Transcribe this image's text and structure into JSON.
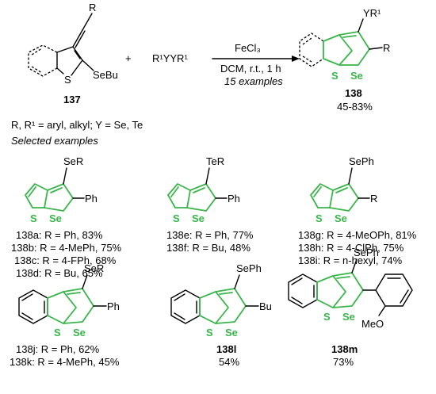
{
  "reaction": {
    "reactant1_R": "R",
    "reactant1_se": "SeBu",
    "reactant1_s": "S",
    "reactant1_id": "137",
    "plus": "+",
    "reagent2": "R¹YYR¹",
    "cond_reagent": "FeCl₃",
    "cond_solvent": "DCM, r.t., 1 h",
    "cond_examples": "15 examples",
    "product_yr": "YR¹",
    "product_r": "R",
    "product_s": "S",
    "product_se": "Se",
    "product_id": "138",
    "product_yield": "45-83%"
  },
  "notes": {
    "definition": "R, R¹ = aryl, alkyl; Y = Se, Te",
    "selected": "Selected examples"
  },
  "examples": {
    "ex1": {
      "top": "SeR",
      "side": "Ph",
      "s": "S",
      "se": "Se",
      "rows": [
        "138a: R = Ph, 83%",
        "138b: R = 4-MePh, 75%",
        "138c: R = 4-FPh, 68%",
        "138d: R = Bu, 65%"
      ]
    },
    "ex2": {
      "top": "TeR",
      "side": "Ph",
      "s": "S",
      "se": "Se",
      "rows": [
        "138e: R = Ph, 77%",
        "138f: R = Bu, 48%"
      ]
    },
    "ex3": {
      "top": "SePh",
      "side": "R",
      "s": "S",
      "se": "Se",
      "rows": [
        "138g: R = 4-MeOPh, 81%",
        "138h: R = 4-ClPh, 75%",
        "138i: R = n-hexyl, 74%"
      ]
    },
    "ex4": {
      "top": "SeR",
      "side": "Ph",
      "s": "S",
      "se": "Se",
      "rows": [
        "138j: R = Ph, 62%",
        "138k: R = 4-MePh, 45%"
      ]
    },
    "ex5": {
      "top": "SePh",
      "side": "Bu",
      "s": "S",
      "se": "Se",
      "id": "138l",
      "yield": "54%"
    },
    "ex6": {
      "top": "SePh",
      "side": "MeO",
      "s": "S",
      "se": "Se",
      "id": "138m",
      "yield": "73%"
    }
  },
  "colors": {
    "highlight": "#39b54a",
    "ink": "#000000"
  }
}
